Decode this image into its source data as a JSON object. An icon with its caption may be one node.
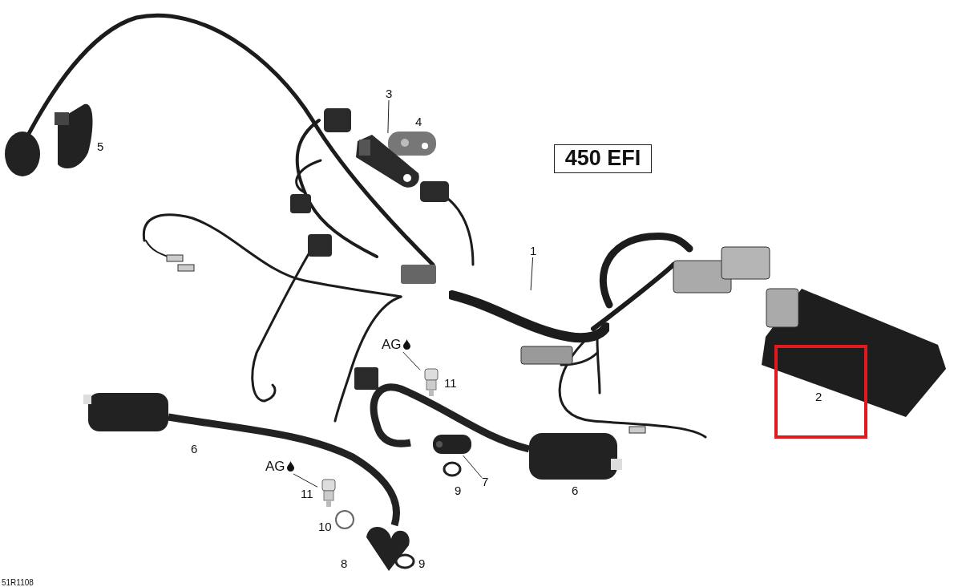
{
  "diagram": {
    "nodes": [
      {
        "text": [
          "3"
        ]
      },
      {
        "text": [],
        "shape": "picture"
      },
      {
        "text": [
          "450 EFI"
        ]
      },
      {
        "text": [
          "1"
        ]
      },
      {
        "text": [],
        "shape": "picture"
      },
      {
        "text": [
          "2"
        ]
      },
      {
        "text": [
          "AG"
        ]
      },
      {
        "text": [],
        "shape": "picture"
      },
      {
        "text": [
          "7"
        ]
      },
      {
        "text": [],
        "shape": "picture"
      },
      {
        "text": [
          "AG"
        ]
      },
      {
        "text": [],
        "shape": "picture"
      }
    ],
    "edges": [
      {
        "from": 0,
        "to": 1,
        "arrow": "none"
      },
      {
        "from": 3,
        "to": 4,
        "arrow": "none"
      },
      {
        "from": 6,
        "to": 7,
        "arrow": "none"
      },
      {
        "from": 8,
        "to": 9,
        "arrow": "none"
      },
      {
        "from": 10,
        "to": 11,
        "arrow": "none"
      }
    ],
    "labels": [
      "4",
      "5",
      "11",
      "6",
      "9",
      "6",
      "11",
      "10",
      "8",
      "9",
      "51R1108"
    ]
  }
}
